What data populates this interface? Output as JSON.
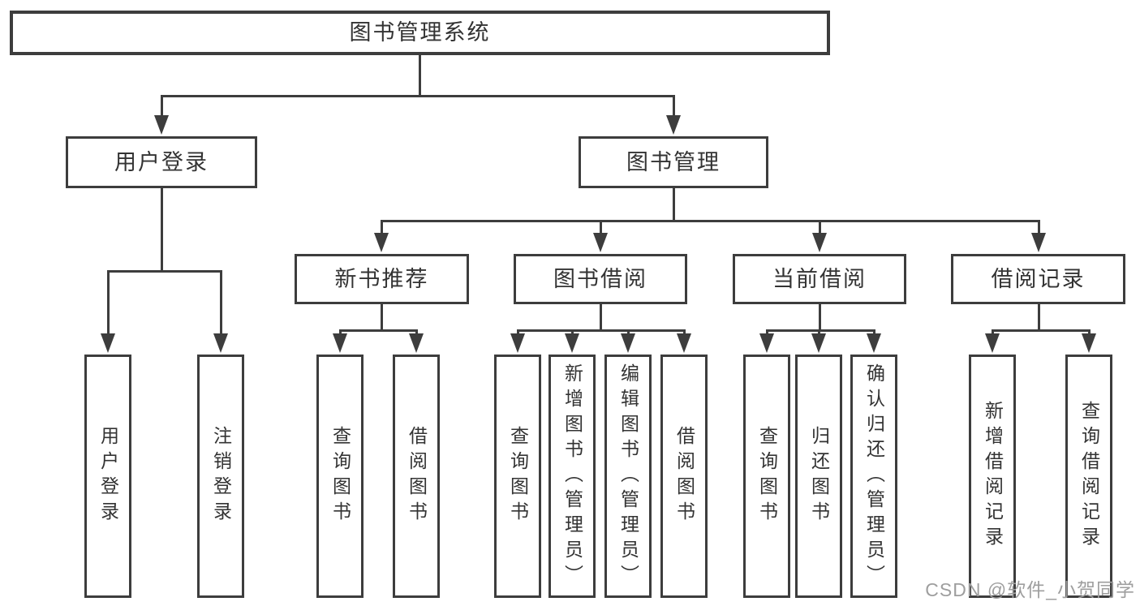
{
  "diagram": {
    "root": {
      "label": "图书管理系统"
    },
    "level2": [
      {
        "label": "用户登录"
      },
      {
        "label": "图书管理"
      }
    ],
    "level3": [
      {
        "label": "新书推荐"
      },
      {
        "label": "图书借阅"
      },
      {
        "label": "当前借阅"
      },
      {
        "label": "借阅记录"
      }
    ],
    "leaves": [
      {
        "label": "用户登录"
      },
      {
        "label": "注销登录"
      },
      {
        "label": "查询图书"
      },
      {
        "label": "借阅图书"
      },
      {
        "label": "查询图书"
      },
      {
        "label": "新增图书（管理员）"
      },
      {
        "label": "编辑图书（管理员）"
      },
      {
        "label": "借阅图书"
      },
      {
        "label": "查询图书"
      },
      {
        "label": "归还图书"
      },
      {
        "label": "确认归还（管理员）"
      },
      {
        "label": "新增借阅记录"
      },
      {
        "label": "查询借阅记录"
      }
    ]
  },
  "watermark": {
    "text": "CSDN @软件_小贺同学"
  },
  "colors": {
    "line": "#3d3d3d",
    "text": "#333333",
    "watermark": "#9e9e9e",
    "background": "#ffffff"
  }
}
